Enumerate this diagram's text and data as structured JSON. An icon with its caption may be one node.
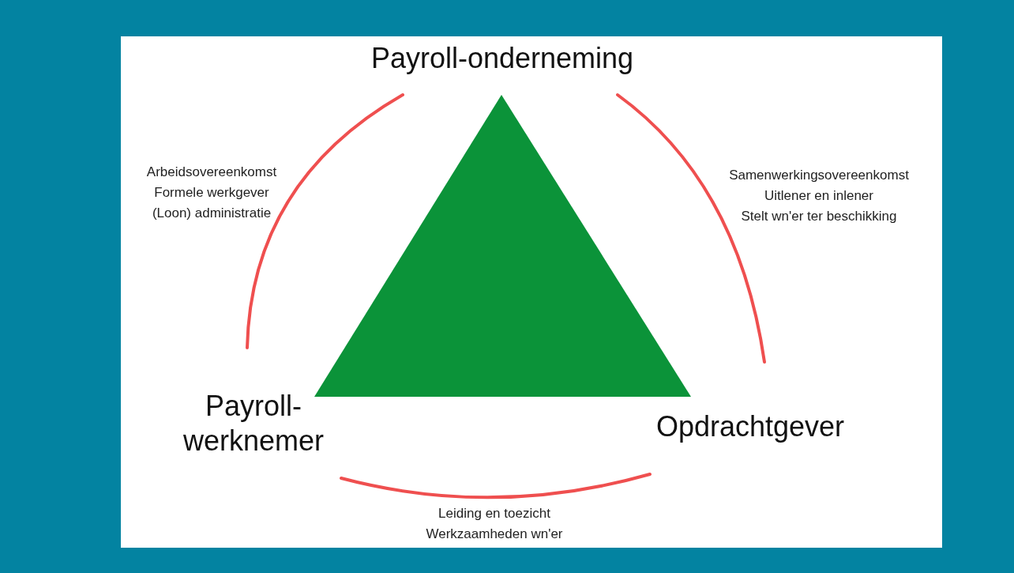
{
  "diagram": {
    "nodes": [
      {
        "text": [
          "Payroll-onderneming"
        ]
      },
      {
        "text": [
          "Payroll- werknemer"
        ]
      },
      {
        "text": [
          "Opdrachtgever"
        ]
      }
    ],
    "edges": [
      {
        "from": 1,
        "to": 0,
        "arrow": "none"
      },
      {
        "from": 0,
        "to": 2,
        "arrow": "none"
      },
      {
        "from": 1,
        "to": 2,
        "arrow": "none"
      }
    ],
    "labels": [
      "Arbeidsovereenkomst",
      "Formele werkgever",
      "(Loon) administratie",
      "Samenwerkingsovereenkomst",
      "Uitlener en inlener",
      "Stelt wn'er ter beschikking",
      "Leiding en toezicht",
      "Werkzaamheden wn'er"
    ]
  }
}
